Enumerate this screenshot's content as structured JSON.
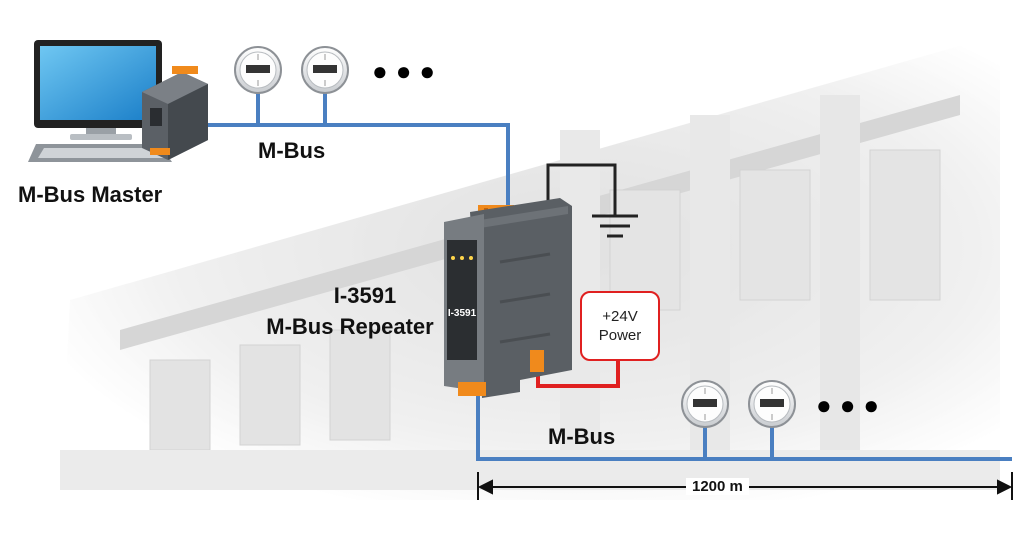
{
  "labels": {
    "master": "M-Bus Master",
    "bus_top": "M-Bus",
    "bus_bottom": "M-Bus",
    "device_name": "I-3591",
    "device_desc": "M-Bus Repeater",
    "power_line1": "+24V",
    "power_line2": "Power",
    "distance": "1200 m",
    "device_front_text": "I-3591",
    "dots": "●●●"
  },
  "colors": {
    "bus_line": "#4a7fc1",
    "power_line": "#e02020",
    "ground_line": "#222222",
    "device_body": "#6b7075",
    "device_terminal": "#f08a1c"
  },
  "icons": {
    "master_computer": "desktop-computer-icon",
    "master_module": "mbus-master-module-icon",
    "meter": "water-meter-icon",
    "ground": "ground-symbol-icon"
  }
}
